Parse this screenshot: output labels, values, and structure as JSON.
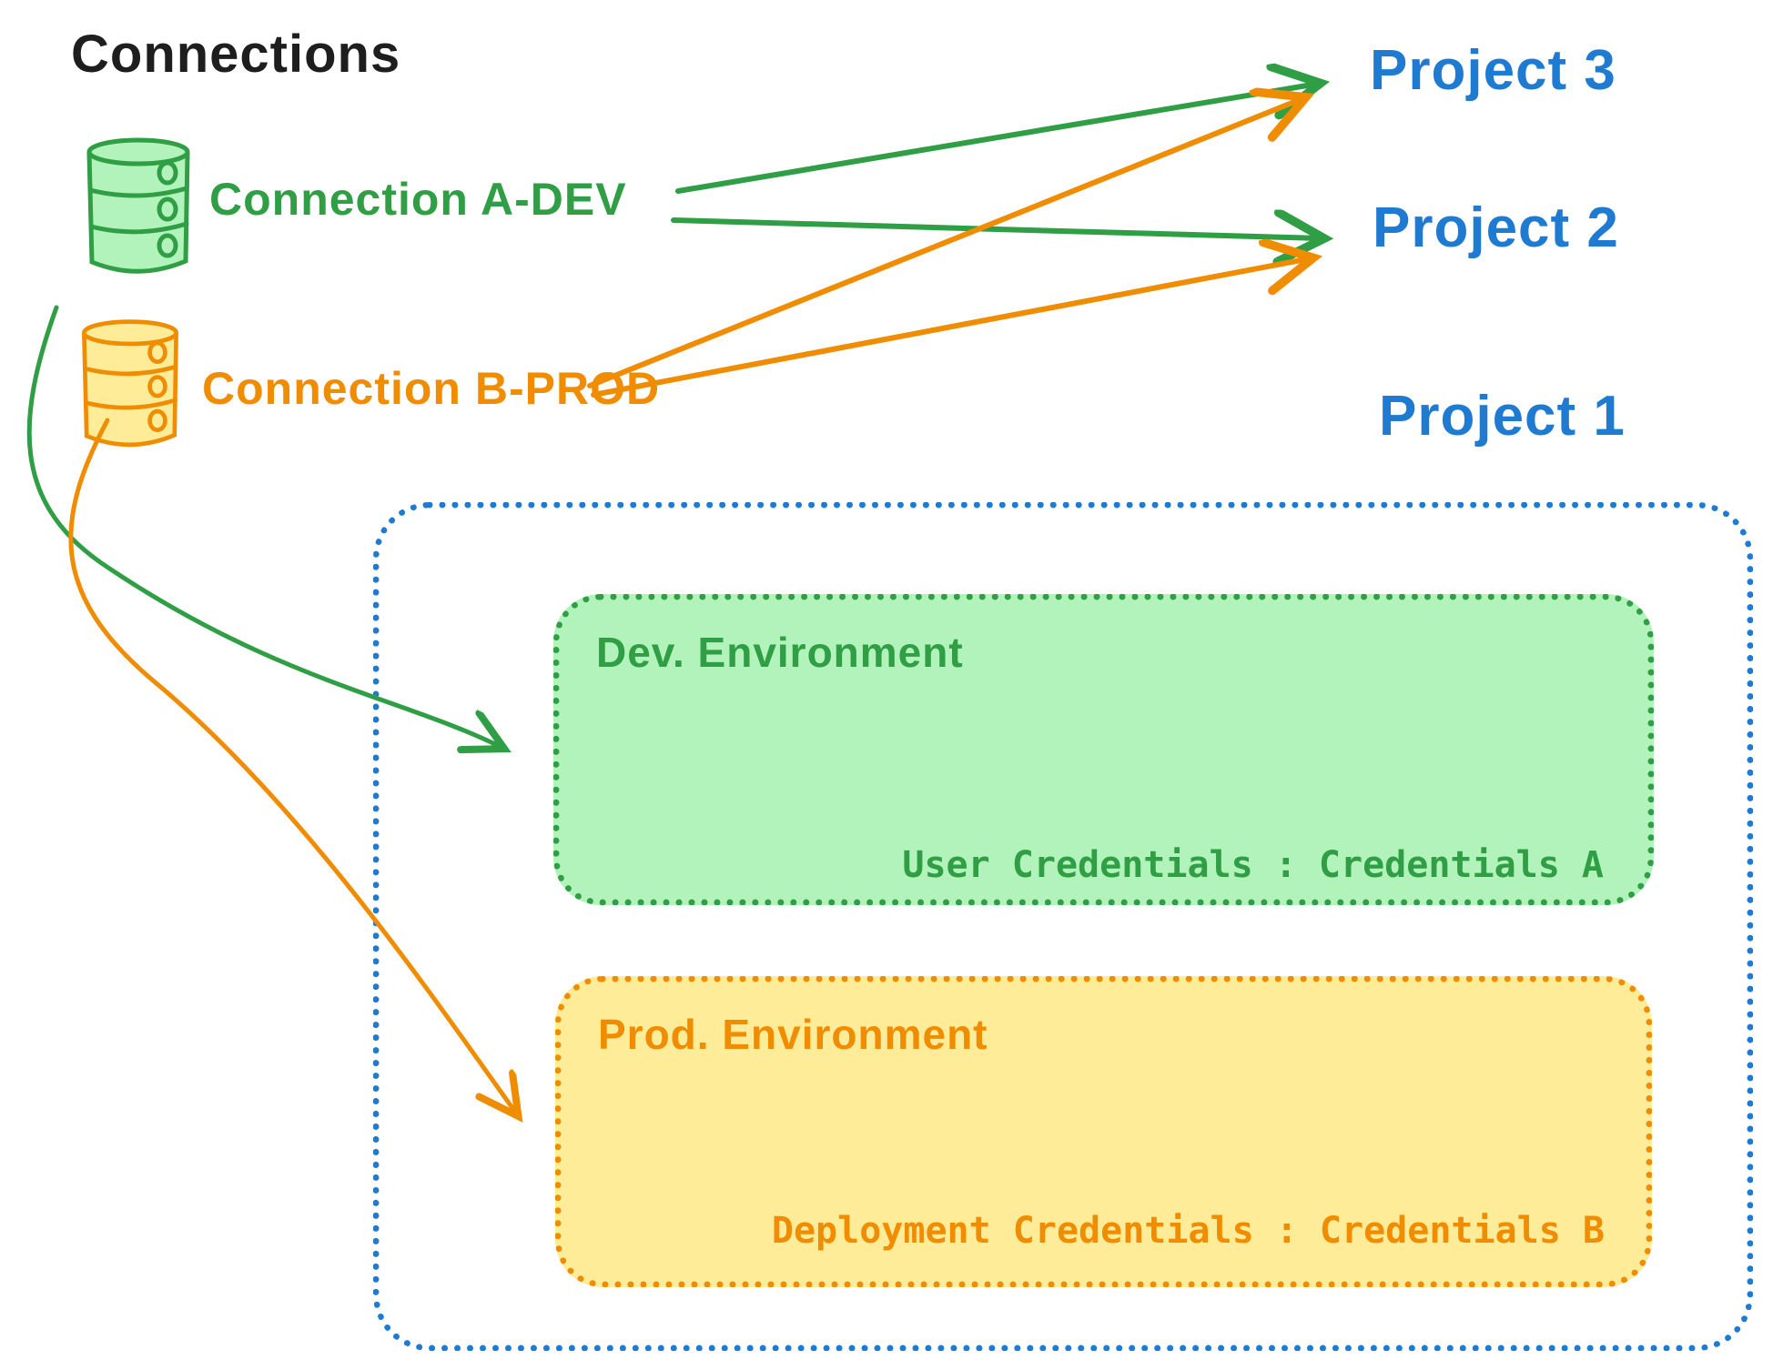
{
  "diagram": {
    "title": "Connections",
    "connections": [
      {
        "id": "a-dev",
        "label": "Connection A-DEV",
        "icon": "database-icon",
        "color": "#2f9e44",
        "fill": "#b2f2bb"
      },
      {
        "id": "b-prod",
        "label": "Connection B-PROD",
        "icon": "database-icon",
        "color": "#f08c00",
        "fill": "#ffec99"
      }
    ],
    "projects": [
      {
        "label": "Project 3"
      },
      {
        "label": "Project 2"
      },
      {
        "label": "Project 1"
      }
    ],
    "project1": {
      "environments": [
        {
          "name": "Dev. Environment",
          "credentials": "User Credentials : Credentials A",
          "color": "#2f9e44",
          "fill": "#b2f2bb"
        },
        {
          "name": "Prod. Environment",
          "credentials": "Deployment Credentials : Credentials B",
          "color": "#f08c00",
          "fill": "#ffec99"
        }
      ]
    },
    "edges": [
      {
        "from": "Connection A-DEV",
        "to": "Project 3",
        "color": "#2f9e44"
      },
      {
        "from": "Connection A-DEV",
        "to": "Project 2",
        "color": "#2f9e44"
      },
      {
        "from": "Connection A-DEV",
        "to": "Dev. Environment",
        "color": "#2f9e44"
      },
      {
        "from": "Connection B-PROD",
        "to": "Project 3",
        "color": "#f08c00"
      },
      {
        "from": "Connection B-PROD",
        "to": "Project 2",
        "color": "#f08c00"
      },
      {
        "from": "Connection B-PROD",
        "to": "Prod. Environment",
        "color": "#f08c00"
      }
    ],
    "colors": {
      "green": "#2f9e44",
      "green_fill": "#b2f2bb",
      "orange": "#f08c00",
      "orange_fill": "#ffec99",
      "blue": "#1f7ad1",
      "ink": "#1e1e1e"
    }
  }
}
